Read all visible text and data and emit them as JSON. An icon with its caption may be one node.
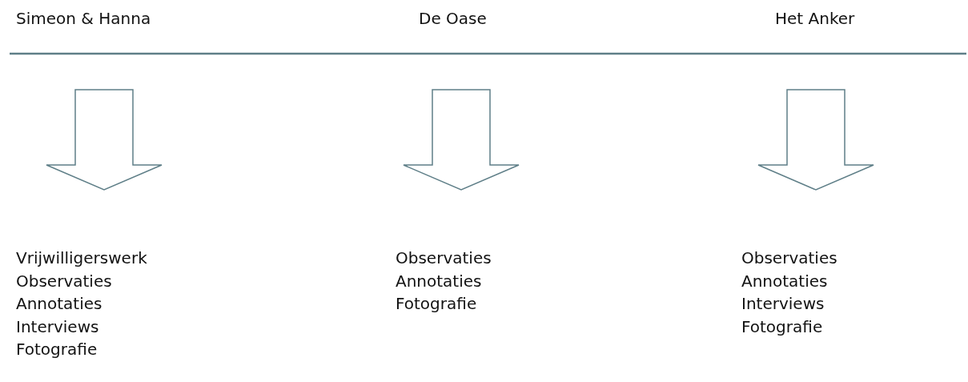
{
  "diagram": {
    "nodes": [
      {
        "text": [
          "Simeon & Hanna"
        ]
      },
      {
        "text": [
          "De Oase"
        ]
      },
      {
        "text": [
          "Het Anker"
        ]
      },
      {
        "text": [
          "Vrijwilligerswerk",
          "Observaties",
          "Annotaties",
          "Interviews",
          "Fotografie"
        ]
      },
      {
        "text": [
          "Observaties",
          "Annotaties",
          "Fotografie"
        ]
      },
      {
        "text": [
          "Observaties",
          "Annotaties",
          "Interviews",
          "Fotografie"
        ]
      }
    ],
    "edges": [
      {
        "from": 0,
        "to": 3,
        "arrow": "to"
      },
      {
        "from": 1,
        "to": 4,
        "arrow": "to"
      },
      {
        "from": 2,
        "to": 5,
        "arrow": "to"
      }
    ]
  }
}
